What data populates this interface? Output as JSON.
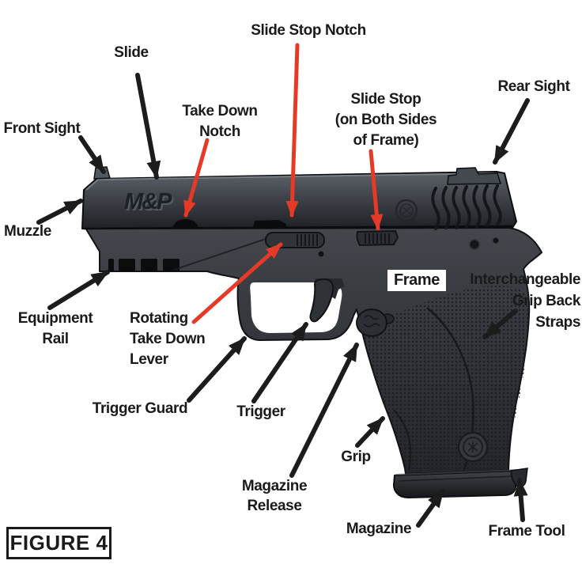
{
  "figure": {
    "caption": "FIGURE 4"
  },
  "callouts": {
    "slide_stop_notch": "Slide Stop Notch",
    "slide": "Slide",
    "rear_sight": "Rear Sight",
    "take_down_notch": "Take Down\nNotch",
    "slide_stop": "Slide Stop\n(on Both Sides\nof Frame)",
    "front_sight": "Front Sight",
    "muzzle": "Muzzle",
    "equipment_rail": "Equipment\nRail",
    "rotating_take_down_lever": "Rotating\nTake Down\nLever",
    "trigger_guard": "Trigger Guard",
    "trigger": "Trigger",
    "frame": "Frame",
    "interchangeable_grip_back_straps": "Interchangeable\nGrip Back\nStraps",
    "grip": "Grip",
    "magazine_release": "Magazine\nRelease",
    "magazine": "Magazine",
    "frame_tool": "Frame Tool"
  },
  "gun_markings": {
    "slide_logo": "M&P"
  },
  "colors": {
    "callout_arrow_black": "#1c1c1c",
    "callout_arrow_red": "#e63a28",
    "label_text": "#1a1a1a",
    "background": "#ffffff"
  }
}
